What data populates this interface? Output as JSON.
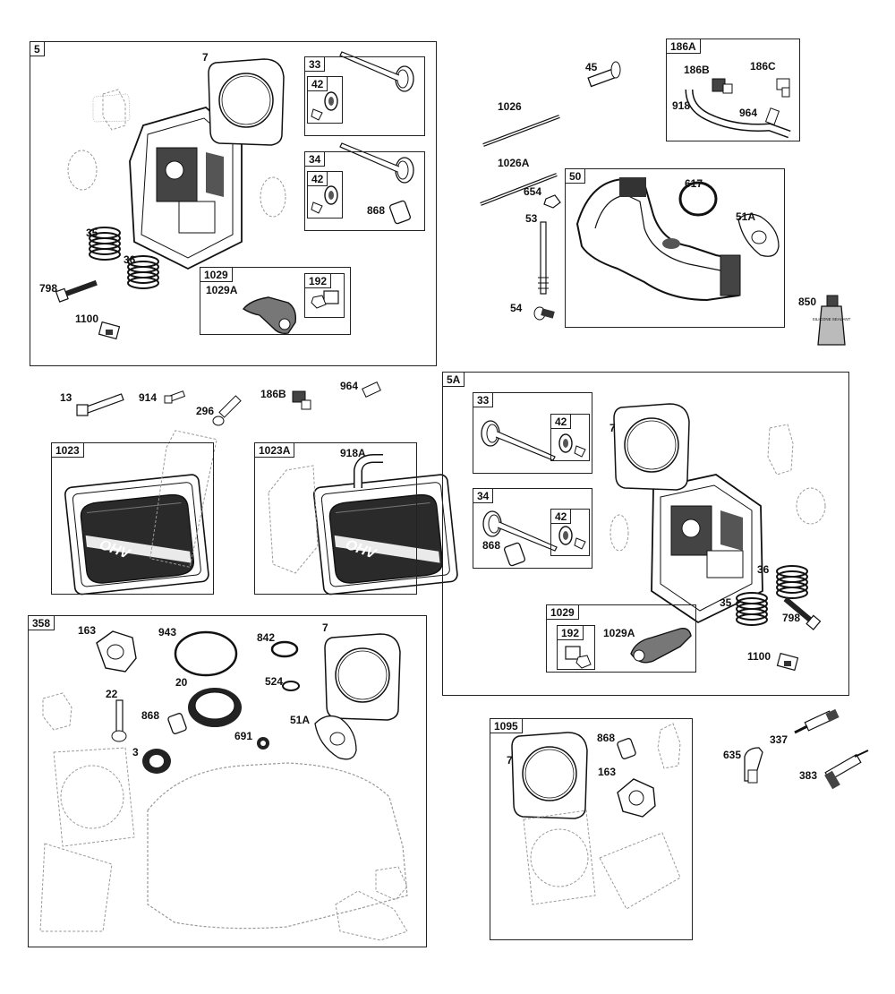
{
  "groups": [
    {
      "id": "g5",
      "tag": "5"
    },
    {
      "id": "g186a",
      "tag": "186A"
    },
    {
      "id": "g50",
      "tag": "50"
    },
    {
      "id": "g5a",
      "tag": "5A"
    },
    {
      "id": "g1023",
      "tag": "1023"
    },
    {
      "id": "g1023a",
      "tag": "1023A"
    },
    {
      "id": "g358",
      "tag": "358"
    },
    {
      "id": "g1095",
      "tag": "1095"
    }
  ],
  "subgroups": [
    {
      "id": "s33a",
      "tag": "33"
    },
    {
      "id": "s42a",
      "tag": "42"
    },
    {
      "id": "s34a",
      "tag": "34"
    },
    {
      "id": "s42b",
      "tag": "42"
    },
    {
      "id": "s1029a",
      "tag": "1029"
    },
    {
      "id": "s192a",
      "tag": "192"
    },
    {
      "id": "s33b",
      "tag": "33"
    },
    {
      "id": "s42c",
      "tag": "42"
    },
    {
      "id": "s34b",
      "tag": "34"
    },
    {
      "id": "s42d",
      "tag": "42"
    },
    {
      "id": "s1029b",
      "tag": "1029"
    },
    {
      "id": "s192b",
      "tag": "192"
    }
  ],
  "part_labels": [
    "7",
    "35",
    "36",
    "798",
    "1100",
    "1029A",
    "868",
    "1026",
    "45",
    "1026A",
    "186B",
    "186C",
    "918",
    "964",
    "654",
    "53",
    "54",
    "617",
    "51A",
    "850",
    "13",
    "914",
    "296",
    "186B",
    "964",
    "918A",
    "7",
    "868",
    "1029A",
    "36",
    "35",
    "798",
    "1100",
    "163",
    "943",
    "842",
    "7",
    "20",
    "524",
    "22",
    "868",
    "51A",
    "691",
    "3",
    "868",
    "7",
    "163",
    "635",
    "337",
    "383"
  ],
  "branding": {
    "ohv_logo": "OHV",
    "sealant_text": "SILICONE SEALANT"
  },
  "icons": [
    "cylinder-head",
    "head-gasket",
    "valve",
    "valve-retainer",
    "valve-spring",
    "bolt",
    "rocker-arm",
    "rocker-pivot",
    "push-rod",
    "intake-manifold",
    "breather-tube",
    "valve-cover",
    "cover-gasket",
    "seal",
    "o-ring",
    "spark-plug",
    "spark-plug-boot",
    "sealant-tube",
    "crankcase-gasket",
    "elbow-fitting",
    "rocker-nut"
  ]
}
